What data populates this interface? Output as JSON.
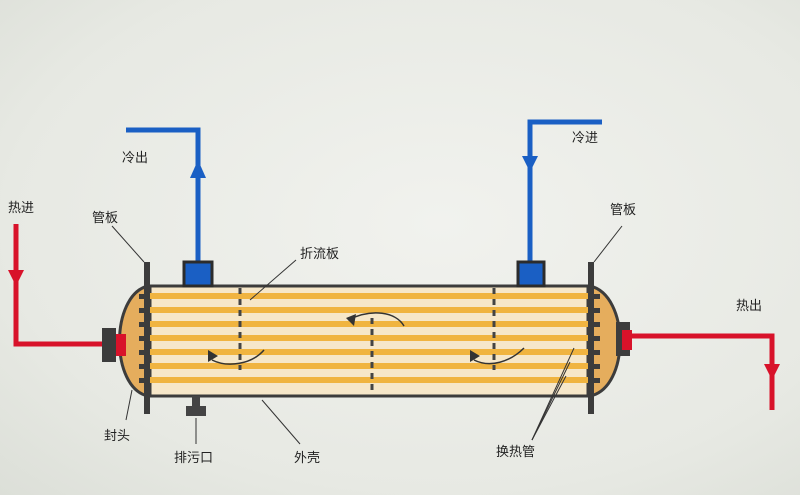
{
  "labels": {
    "cold_out": "冷出",
    "cold_in": "冷进",
    "hot_in": "热进",
    "hot_out": "热出",
    "tube_sheet_left": "管板",
    "tube_sheet_right": "管板",
    "baffle": "折流板",
    "head": "封头",
    "drain": "排污口",
    "shell": "外壳",
    "heat_exchange_tubes": "换热管"
  },
  "colors": {
    "cold_pipe": "#1a5fc4",
    "hot_pipe": "#d8122a",
    "shell_outline": "#3c3c3c",
    "tubes": "#f0b440",
    "head_fill": "#e5ad5d",
    "shell_fill": "#f6e7c9"
  },
  "icons": {
    "flow_arrow": "curved-arrow-icon",
    "pipe_flow": "triangle-arrow-icon"
  }
}
